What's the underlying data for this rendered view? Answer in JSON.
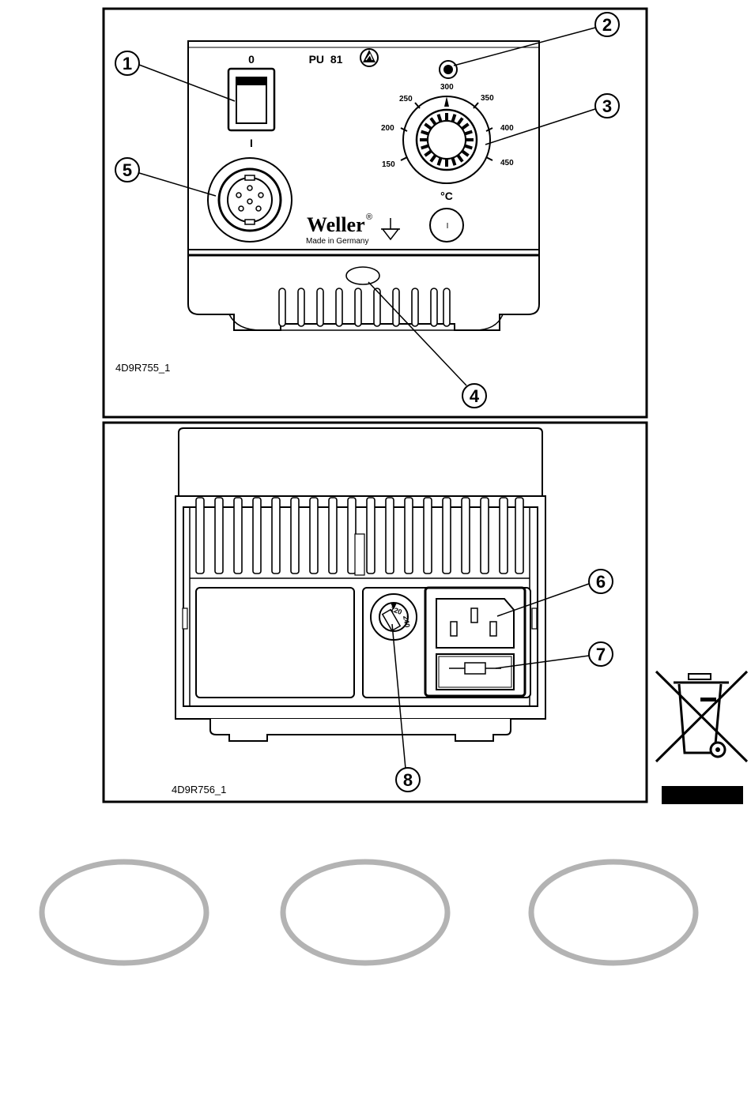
{
  "front_panel": {
    "model": "PU  81",
    "switch_off": "0",
    "switch_on": "I",
    "brand": "Weller",
    "registered": "®",
    "made_in": "Made in Germany",
    "unit": "°C",
    "button_mark": "I",
    "figure_id": "4D9R755_1",
    "dial_scale": [
      "150",
      "200",
      "250",
      "300",
      "350",
      "400",
      "450"
    ]
  },
  "rear_panel": {
    "figure_id": "4D9R756_1",
    "voltage_120": "120",
    "voltage_240": "240"
  },
  "callouts": [
    "1",
    "2",
    "3",
    "4",
    "5",
    "6",
    "7",
    "8"
  ],
  "icons": [
    "esd-icon",
    "ground-icon",
    "weee-bin-icon"
  ]
}
